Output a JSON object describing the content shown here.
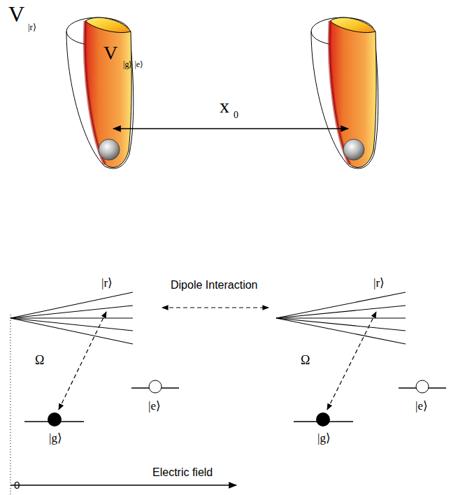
{
  "diagram": {
    "labels": [
      "V",
      "|r⟩",
      "V",
      "|g⟩ |e⟩",
      "x",
      "0",
      "|r⟩",
      "Dipole Interaction",
      "|r⟩",
      "Ω",
      "Ω",
      "|g⟩",
      "|e⟩",
      "|g⟩",
      "|e⟩",
      "0",
      "Electric field"
    ]
  }
}
